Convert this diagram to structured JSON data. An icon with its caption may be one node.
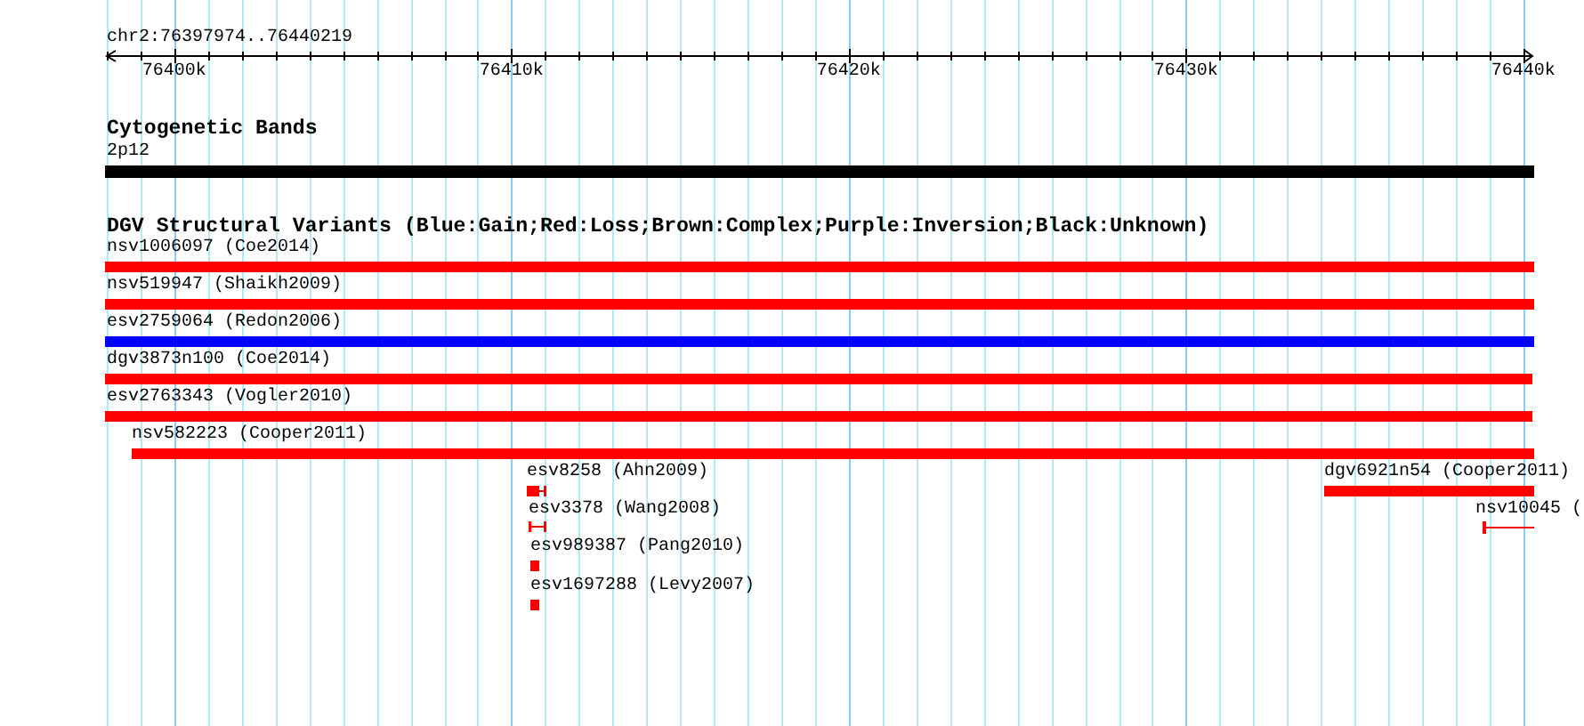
{
  "diagram": {
    "nodes": [
      {
        "text": [
          "2p12"
        ]
      },
      {
        "text": [
          "nsv1006097 (Coe2014)"
        ]
      },
      {
        "text": [
          "nsv519947 (Shaikh2009)"
        ]
      },
      {
        "text": [
          "esv2759064 (Redon2006)"
        ]
      },
      {
        "text": [
          "dgv3873n100 (Coe2014)"
        ]
      },
      {
        "text": [
          "esv2763343 (Vogler2010)"
        ]
      },
      {
        "text": [
          "nsv582223 (Cooper2011)"
        ]
      },
      {
        "text": [
          "esv8258 (Ahn2009)"
        ]
      },
      {
        "text": [
          "dgv6921n54 (Cooper2011)"
        ]
      },
      {
        "text": [
          "esv3378 (Wang2008)"
        ]
      },
      {
        "text": [
          "nsv10045 ("
        ]
      },
      {
        "text": [
          "esv989387 (Pang2010)"
        ]
      },
      {
        "text": [
          "esv1697288 (Levy2007)"
        ]
      }
    ],
    "labels": [
      "chr2:76397974..76440219",
      "76400k",
      "76410k",
      "76420k",
      "76430k",
      "76440k",
      "Cytogenetic Bands",
      "DGV Structural Variants (Blue:Gain;Red:Loss;Brown:Complex;Purple:Inversion;Black:Unknown)"
    ]
  }
}
